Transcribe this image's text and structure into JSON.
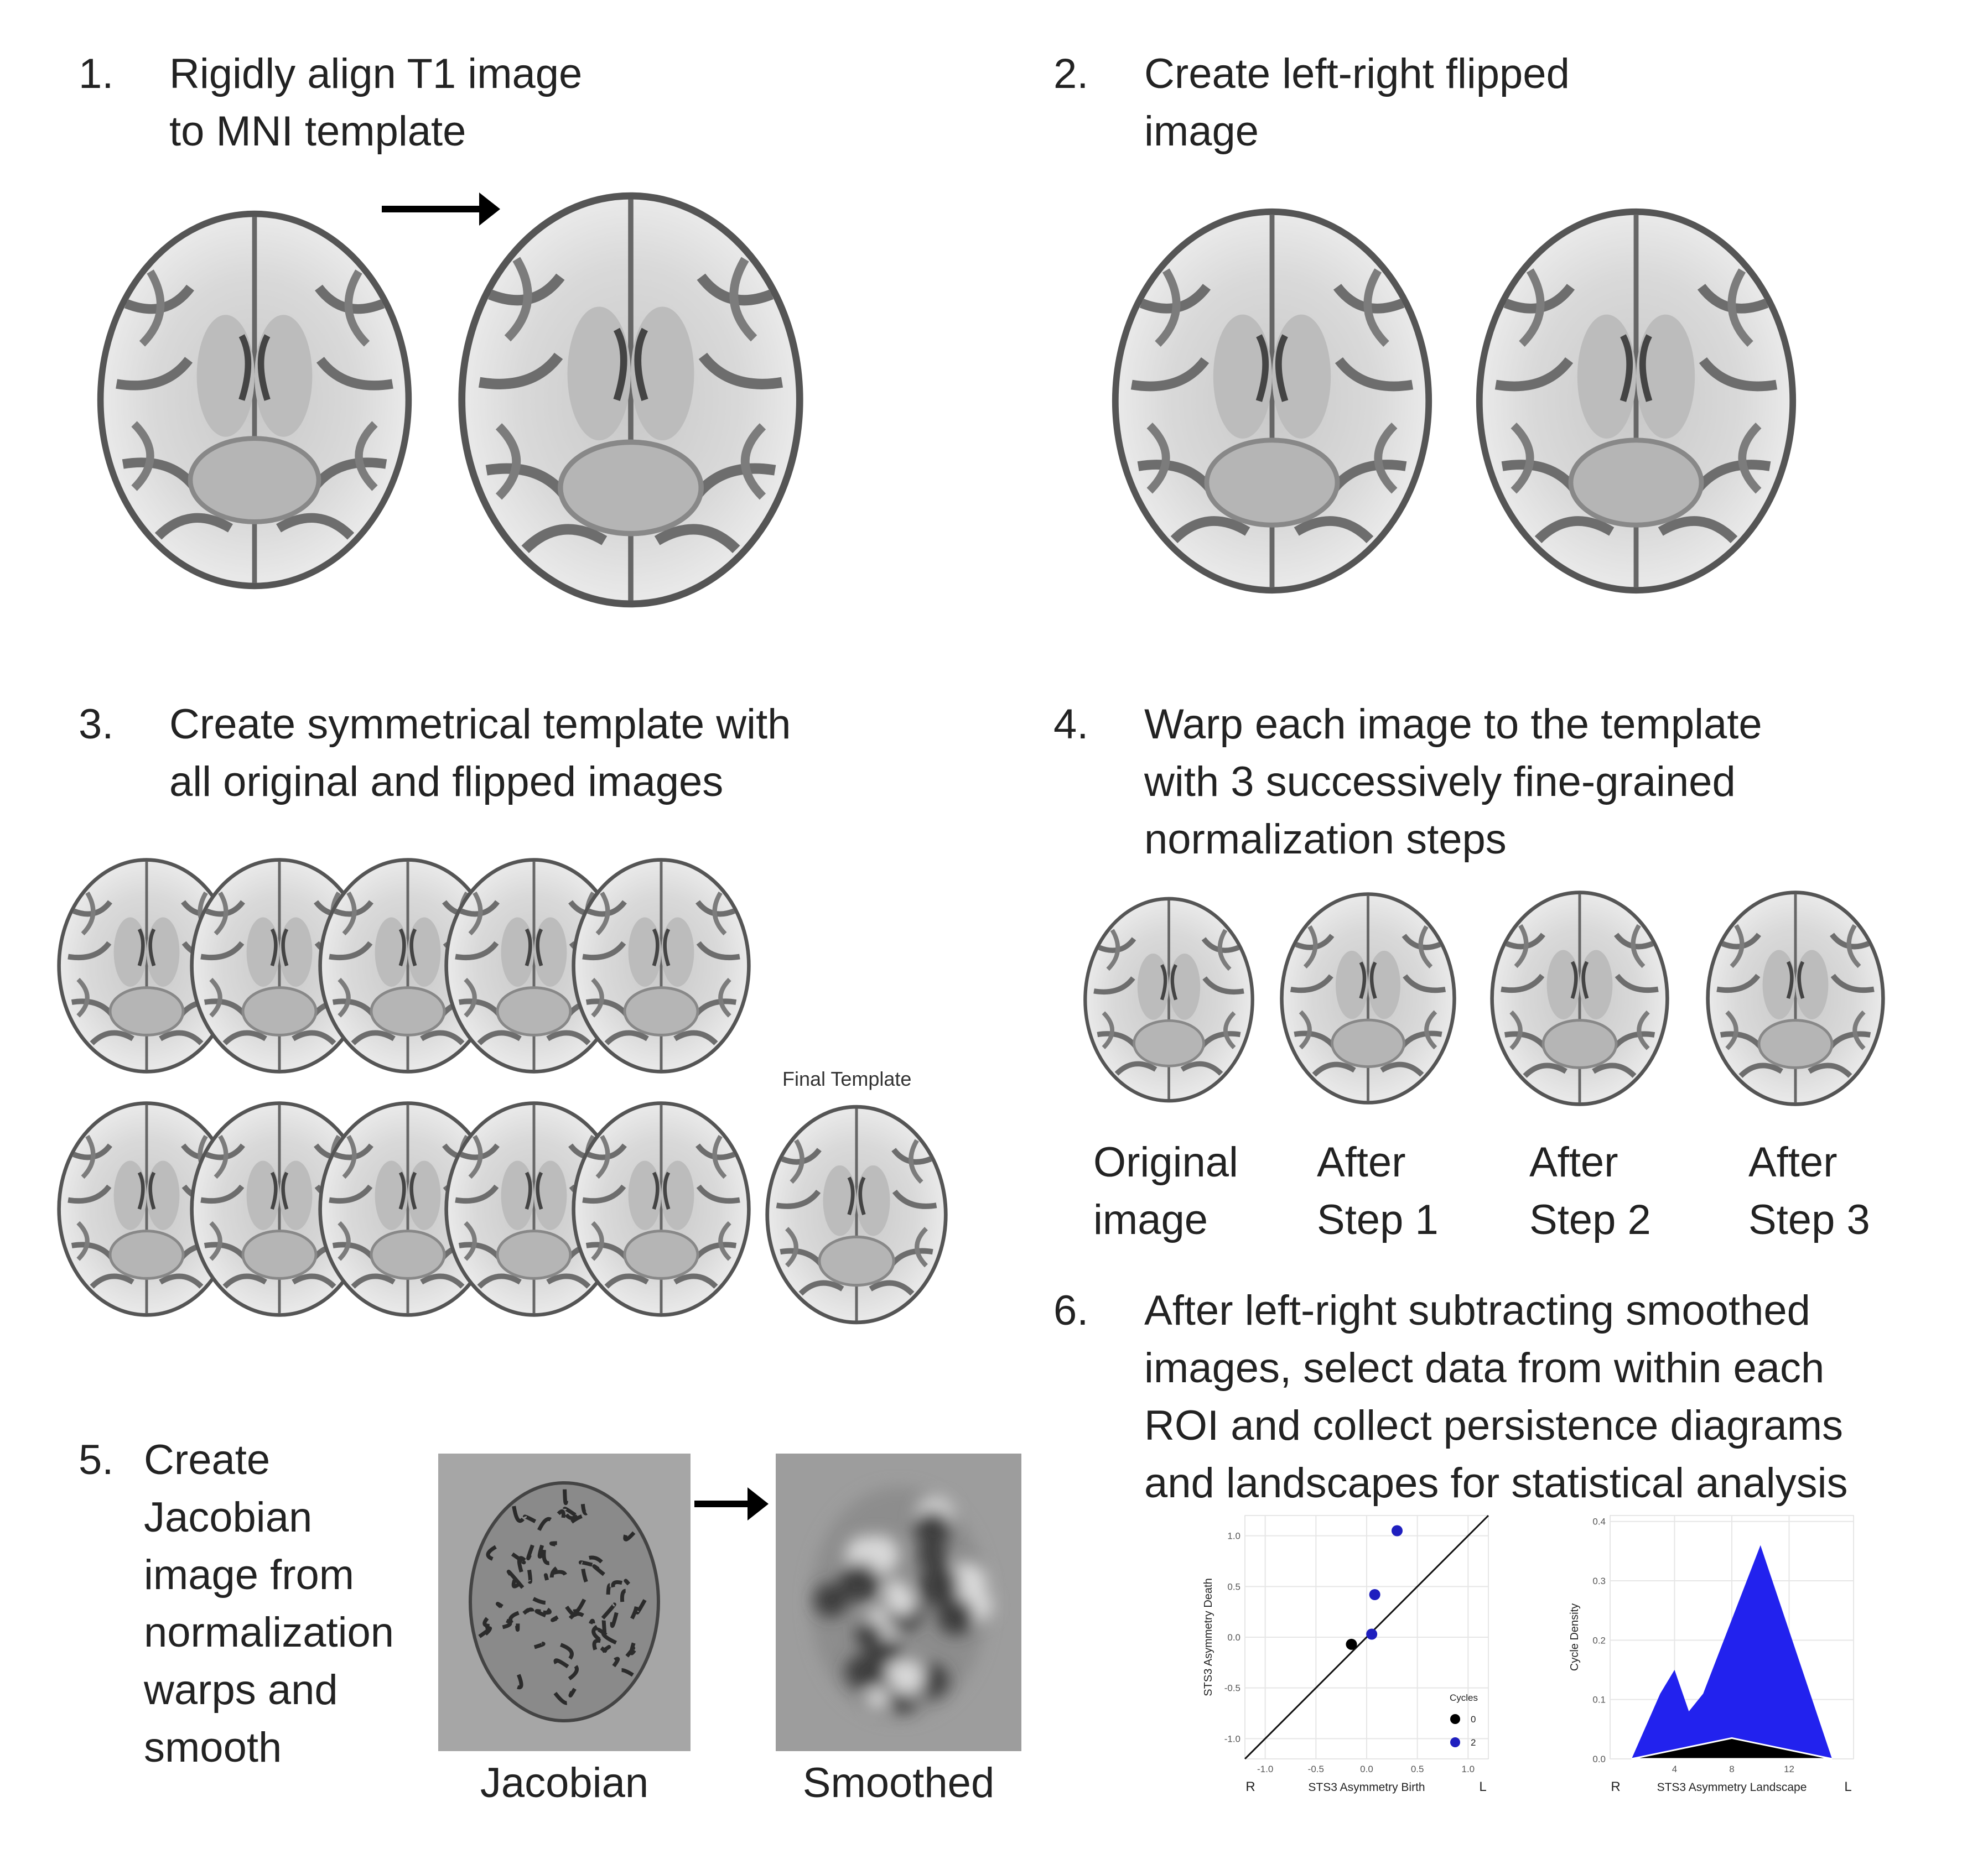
{
  "steps": {
    "s1": {
      "num": "1.",
      "text": "Rigidly align T1 image\nto MNI template"
    },
    "s2": {
      "num": "2.",
      "text": "Create left-right flipped\nimage"
    },
    "s3": {
      "num": "3.",
      "text": "Create symmetrical template with\nall original and flipped images",
      "final_label": "Final Template"
    },
    "s4": {
      "num": "4.",
      "text": "Warp each image to the template\nwith 3 successively fine-grained\nnormalization steps",
      "captions": [
        "Original\nimage",
        "After\nStep 1",
        "After\nStep 2",
        "After\nStep 3"
      ]
    },
    "s5": {
      "num": "5.",
      "text": "Create\nJacobian\nimage from\nnormalization\nwarps and\nsmooth",
      "jacobian_label": "Jacobian",
      "smoothed_label": "Smoothed"
    },
    "s6": {
      "num": "6.",
      "text": "After left-right subtracting smoothed\nimages, select data from within each\nROI and collect persistence diagrams\nand landscapes for statistical analysis"
    }
  },
  "icons": [
    "brain-slice-icon",
    "arrow-right-icon"
  ],
  "chart_data": [
    {
      "type": "scatter",
      "title": "",
      "xlabel": "STS3 Asymmetry Birth",
      "ylabel": "STS3 Asymmetry Death",
      "x_ticks": [
        "-1.0",
        "-0.5",
        "0.0",
        "0.5",
        "1.0"
      ],
      "y_ticks": [
        "1.0",
        "0.5",
        "0.0",
        "-0.5",
        "-1.0"
      ],
      "xlim": [
        -1.2,
        1.2
      ],
      "ylim": [
        -1.2,
        1.2
      ],
      "side_labels": {
        "left": "R",
        "right": "L"
      },
      "legend": {
        "title": "Cycles",
        "entries": [
          {
            "label": "0",
            "color": "#000000"
          },
          {
            "label": "2",
            "color": "#1f1fbf"
          }
        ],
        "placement": "bottom-right"
      },
      "diagonal": true,
      "grid": true,
      "series": [
        {
          "name": "0",
          "color": "#000000",
          "points": [
            [
              -0.15,
              -0.07
            ]
          ]
        },
        {
          "name": "2",
          "color": "#1f1fbf",
          "points": [
            [
              0.3,
              1.05
            ],
            [
              0.08,
              0.42
            ],
            [
              0.05,
              0.03
            ]
          ]
        }
      ]
    },
    {
      "type": "area",
      "title": "",
      "xlabel": "STS3 Asymmetry Landscape",
      "ylabel": "Cycle Density",
      "x_ticks": [
        "4",
        "8",
        "12"
      ],
      "y_ticks": [
        "0.4",
        "0.3",
        "0.2",
        "0.1",
        "0.0"
      ],
      "xlim": [
        -0.5,
        16.5
      ],
      "ylim": [
        0,
        0.41
      ],
      "side_labels": {
        "left": "R",
        "right": "L"
      },
      "grid": true,
      "series": [
        {
          "name": "",
          "color": "#2222ee",
          "x": [
            1,
            3,
            4,
            5,
            6,
            10,
            15
          ],
          "values": [
            0,
            0.11,
            0.15,
            0.08,
            0.11,
            0.36,
            0
          ]
        },
        {
          "name": "",
          "color": "#000000",
          "x": [
            1,
            8,
            15
          ],
          "values": [
            0,
            0.035,
            0
          ]
        }
      ]
    }
  ]
}
